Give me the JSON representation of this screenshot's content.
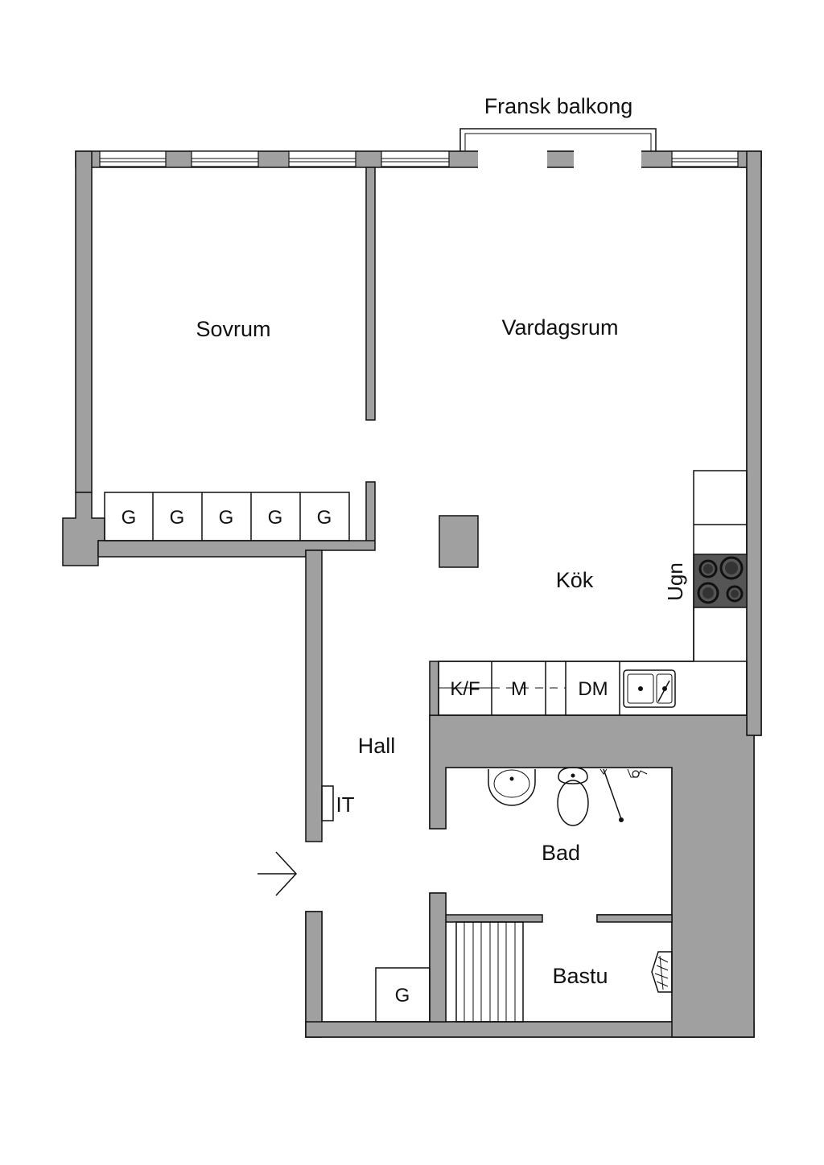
{
  "rooms": {
    "balcony": "Fransk balkong",
    "bedroom": "Sovrum",
    "living": "Vardagsrum",
    "kitchen": "Kök",
    "oven": "Ugn",
    "hall": "Hall",
    "it": "IT",
    "bath": "Bad",
    "sauna": "Bastu"
  },
  "wardrobes": [
    "G",
    "G",
    "G",
    "G",
    "G"
  ],
  "hall_wardrobe": "G",
  "kitchen_units": [
    "K/F",
    "M",
    "DM"
  ],
  "colors": {
    "wall": "#a0a0a0",
    "line": "#111111",
    "hob": "#555555"
  }
}
